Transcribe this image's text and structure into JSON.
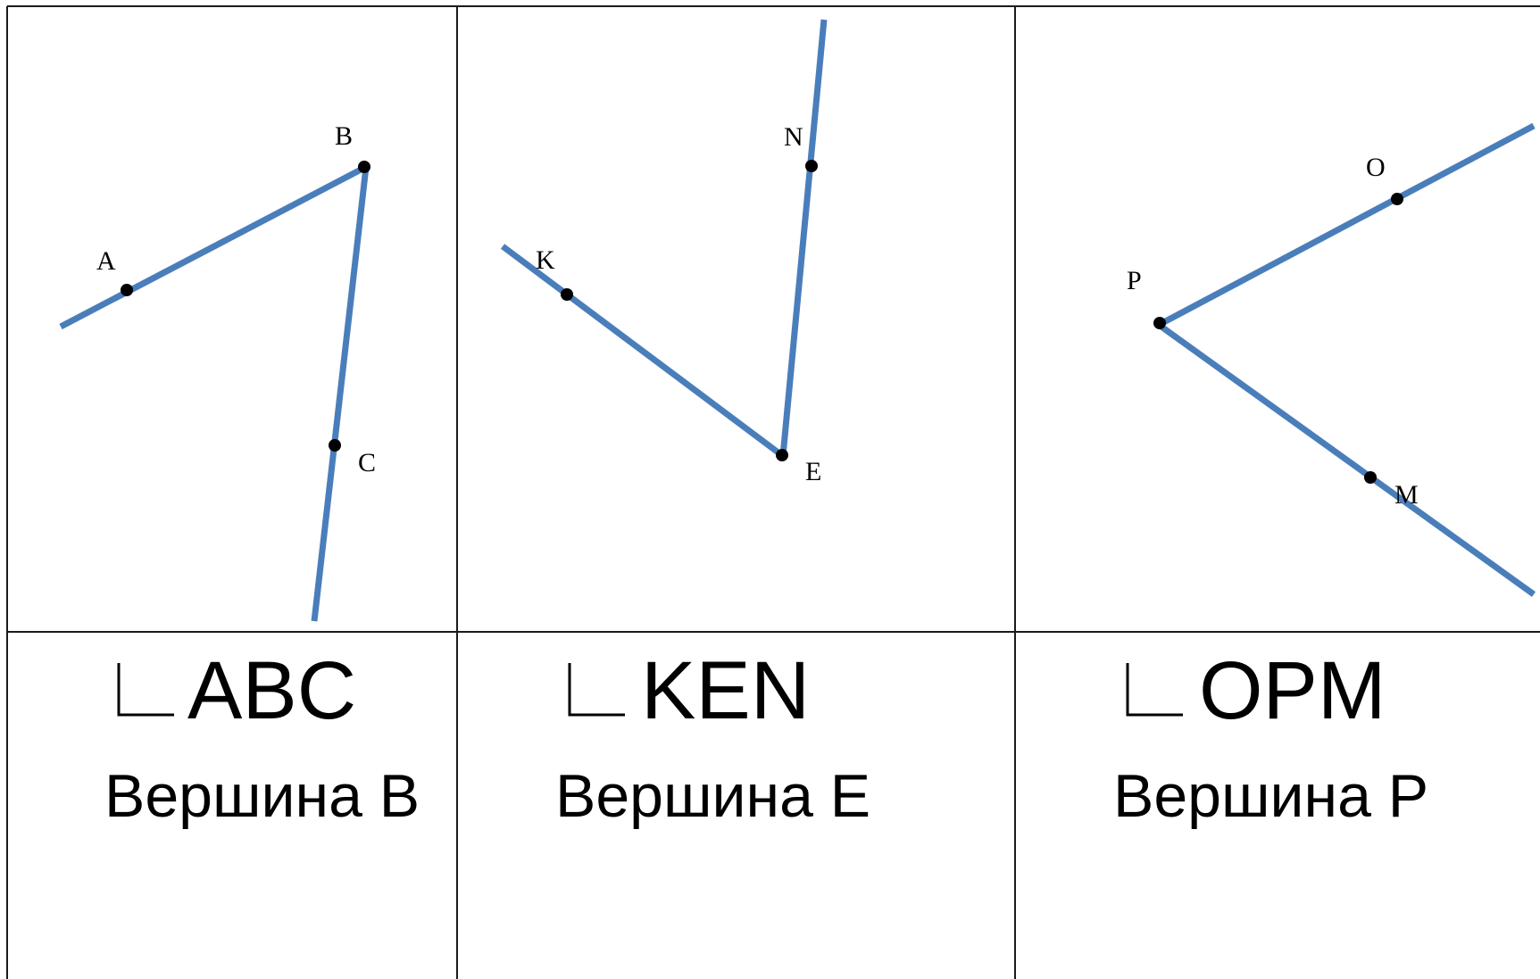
{
  "angles": [
    {
      "name": "ABC",
      "vertex_label": "Вершина B",
      "points": {
        "A": "A",
        "B": "B",
        "C": "C"
      }
    },
    {
      "name": "KEN",
      "vertex_label": "Вершина E",
      "points": {
        "K": "K",
        "E": "E",
        "N": "N"
      }
    },
    {
      "name": "OPM",
      "vertex_label": "Вершина P",
      "points": {
        "O": "O",
        "P": "P",
        "M": "M"
      }
    }
  ],
  "colors": {
    "ray": "#4a7ebb",
    "grid": "#1a1a1a",
    "text": "#000000"
  }
}
